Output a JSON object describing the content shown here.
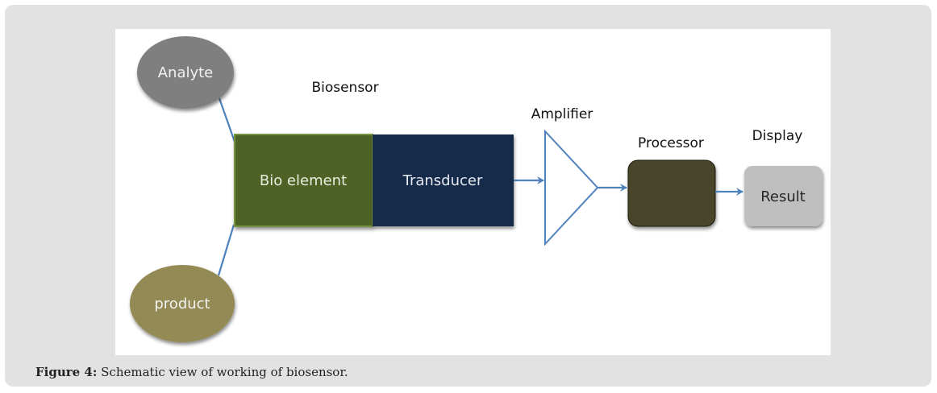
{
  "figure": {
    "caption": {
      "label": "Figure 4:",
      "text": " Schematic view of working of biosensor."
    },
    "nodes": {
      "analyte": {
        "label": "Analyte",
        "fill": "#7f7f7f",
        "text_color": "#f2f2f2"
      },
      "product": {
        "label": "product",
        "fill": "#948a54",
        "text_color": "#f2f2f2"
      },
      "bio_element": {
        "label": "Bio element",
        "fill": "#4f6228",
        "border": "#77933c",
        "text_color": "#e8eddf"
      },
      "transducer": {
        "label": "Transducer",
        "fill": "#17294a",
        "text_color": "#e6eaf2"
      },
      "amplifier": {
        "label": "Amplifier",
        "stroke": "#4f81bd"
      },
      "processor": {
        "label": "Processor",
        "fill": "#494429"
      },
      "result": {
        "label": "Result",
        "fill": "#bfbfbf",
        "text_color": "#262626"
      },
      "display": {
        "label": "Display"
      }
    },
    "group_label": "Biosensor",
    "connector_color": "#4f81bd"
  }
}
